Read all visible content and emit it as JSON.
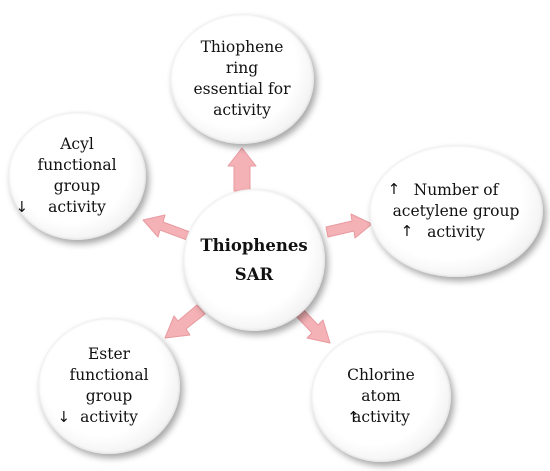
{
  "center": {
    "line1": "Thiophenes",
    "line2": "SAR"
  },
  "nodes": {
    "top": {
      "lines": [
        "Thiophene",
        "ring",
        "essential for",
        "activity"
      ]
    },
    "left": {
      "lines": [
        "Acyl",
        "functional",
        "group",
        "activity"
      ],
      "arrow": "down",
      "arrow_glyph": "↓"
    },
    "right": {
      "lines": [
        "Number of",
        "acetylene group",
        "activity"
      ],
      "arrows": "up",
      "arrow_glyph": "↑"
    },
    "bottom_left": {
      "lines": [
        "Ester",
        "functional",
        "group",
        "activity"
      ],
      "arrow": "down",
      "arrow_glyph": "↓"
    },
    "bottom_right": {
      "lines": [
        "Chlorine",
        "atom",
        "activity"
      ],
      "arrow": "up",
      "arrow_glyph": "↑"
    }
  },
  "colors": {
    "arrow_fill": "#f5b2b6",
    "arrow_stroke": "#e89aa0"
  }
}
